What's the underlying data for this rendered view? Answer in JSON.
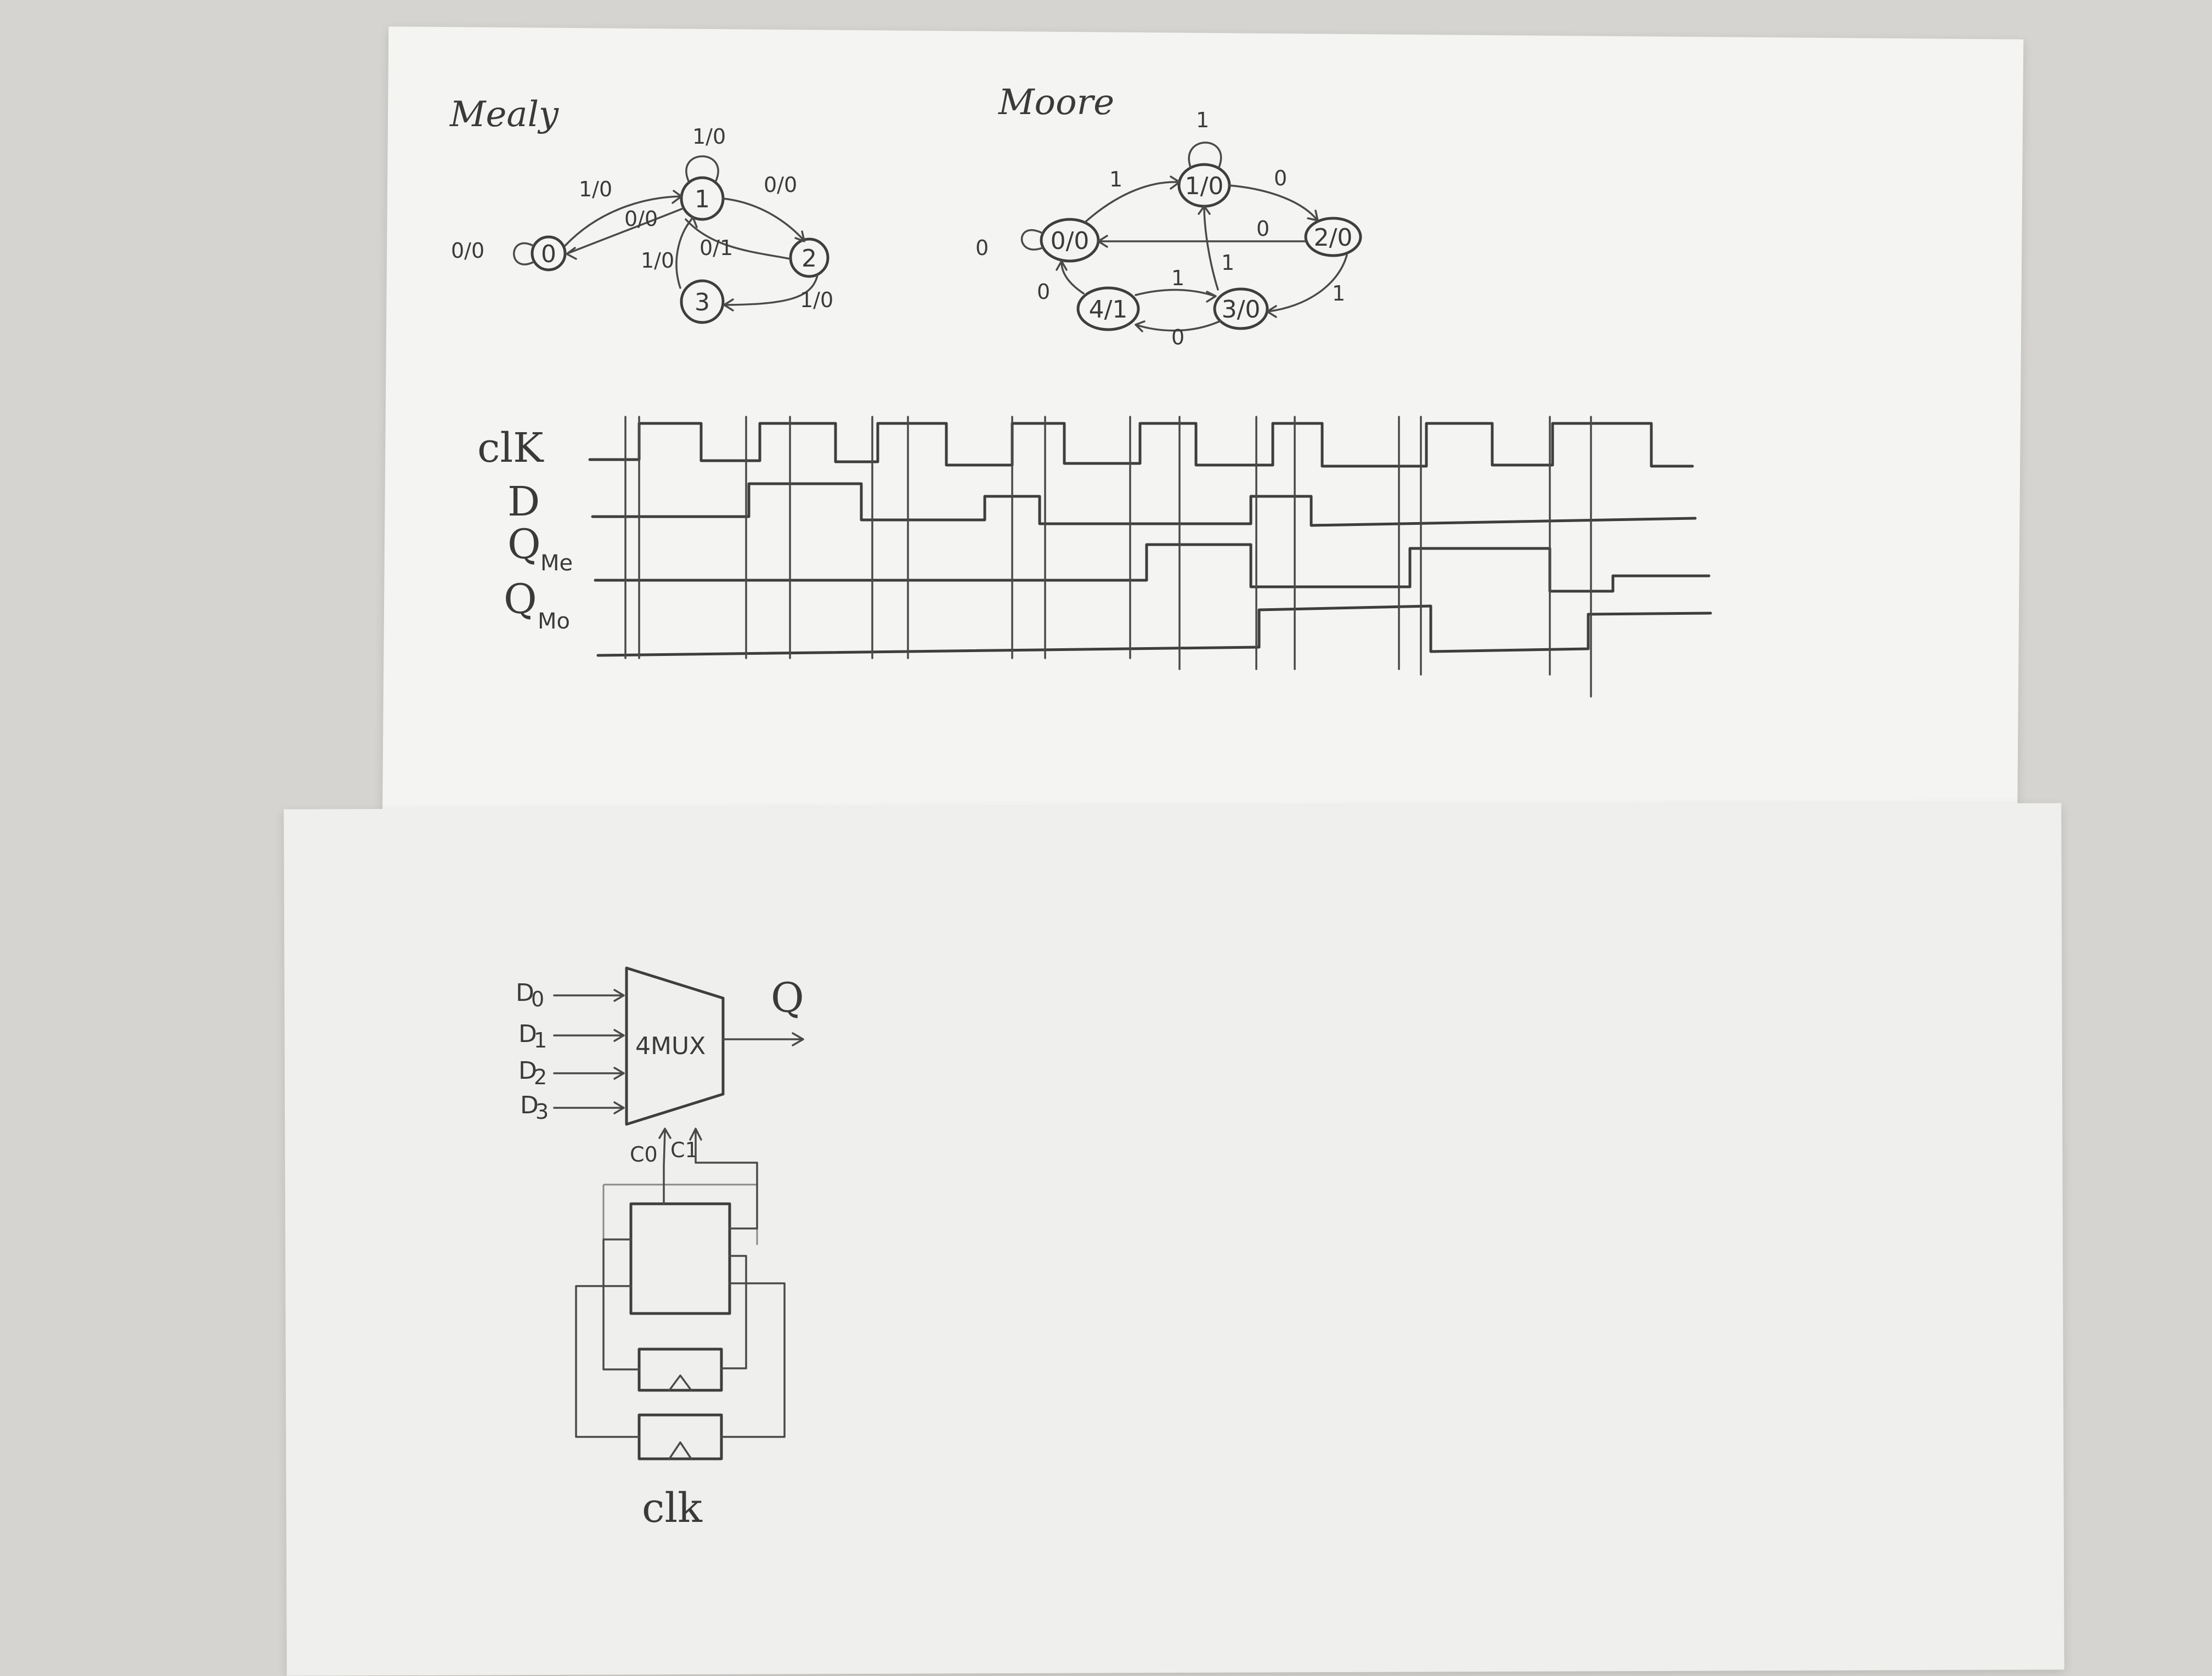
{
  "mealy": {
    "title": "Mealy",
    "states": [
      "0",
      "1",
      "2",
      "3"
    ],
    "labels": {
      "self_0": "0/0",
      "self_1": "1/0",
      "t_0_1": "1/0",
      "t_1_0": "0/0",
      "t_1_2": "0/0",
      "t_2_1": "0/1",
      "t_3_1": "1/0",
      "t_2_3": "1/0"
    }
  },
  "moore": {
    "title": "Moore",
    "states": [
      "0/0",
      "1/0",
      "2/0",
      "3/0",
      "4/1"
    ],
    "labels": {
      "self_0": "0",
      "self_1": "1",
      "t_0_1": "1",
      "t_1_2": "0",
      "t_2_0": "0",
      "t_2_3": "1",
      "t_3_1": "1",
      "t_3_4": "0",
      "t_4_3": "1",
      "t_4_0": "0"
    }
  },
  "timing": {
    "signals": [
      {
        "id": "clk",
        "label": "clK",
        "sub": ""
      },
      {
        "id": "d",
        "label": "D",
        "sub": ""
      },
      {
        "id": "qme",
        "label": "Q",
        "sub": "Me"
      },
      {
        "id": "qmo",
        "label": "Q",
        "sub": "Mo"
      }
    ]
  },
  "circuit": {
    "inputs": [
      {
        "label": "D",
        "sub": "0"
      },
      {
        "label": "D",
        "sub": "1"
      },
      {
        "label": "D",
        "sub": "2"
      },
      {
        "label": "D",
        "sub": "3"
      }
    ],
    "mux_label": "4MUX",
    "output_label": "Q",
    "select_labels": [
      "C0",
      "C1"
    ],
    "clock_label": "clk"
  }
}
